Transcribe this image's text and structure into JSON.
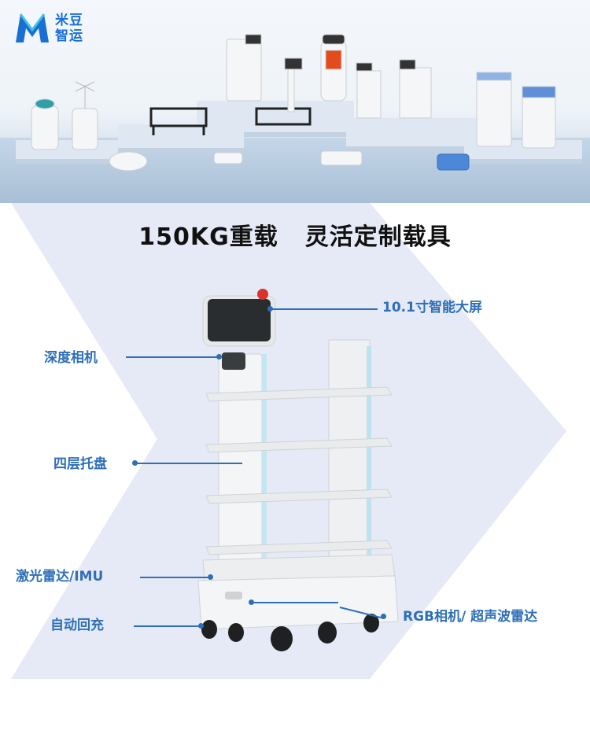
{
  "brand": {
    "name_line1": "米豆",
    "name_line2": "智运",
    "color": "#1a6fd4"
  },
  "headline": {
    "part1": "150KG重载",
    "part2": "灵活定制载具"
  },
  "callouts": {
    "screen": "10.1寸智能大屏",
    "depth_camera": "深度相机",
    "trays": "四层托盘",
    "lidar_imu": "激光雷达/IMU",
    "auto_charge": "自动回充",
    "rgb_ultrasonic": "RGB相机/ 超声波雷达"
  },
  "colors": {
    "callout": "#2e6fb7",
    "chevron": "#e6eaf6",
    "robot_body": "#f2f3f4"
  }
}
